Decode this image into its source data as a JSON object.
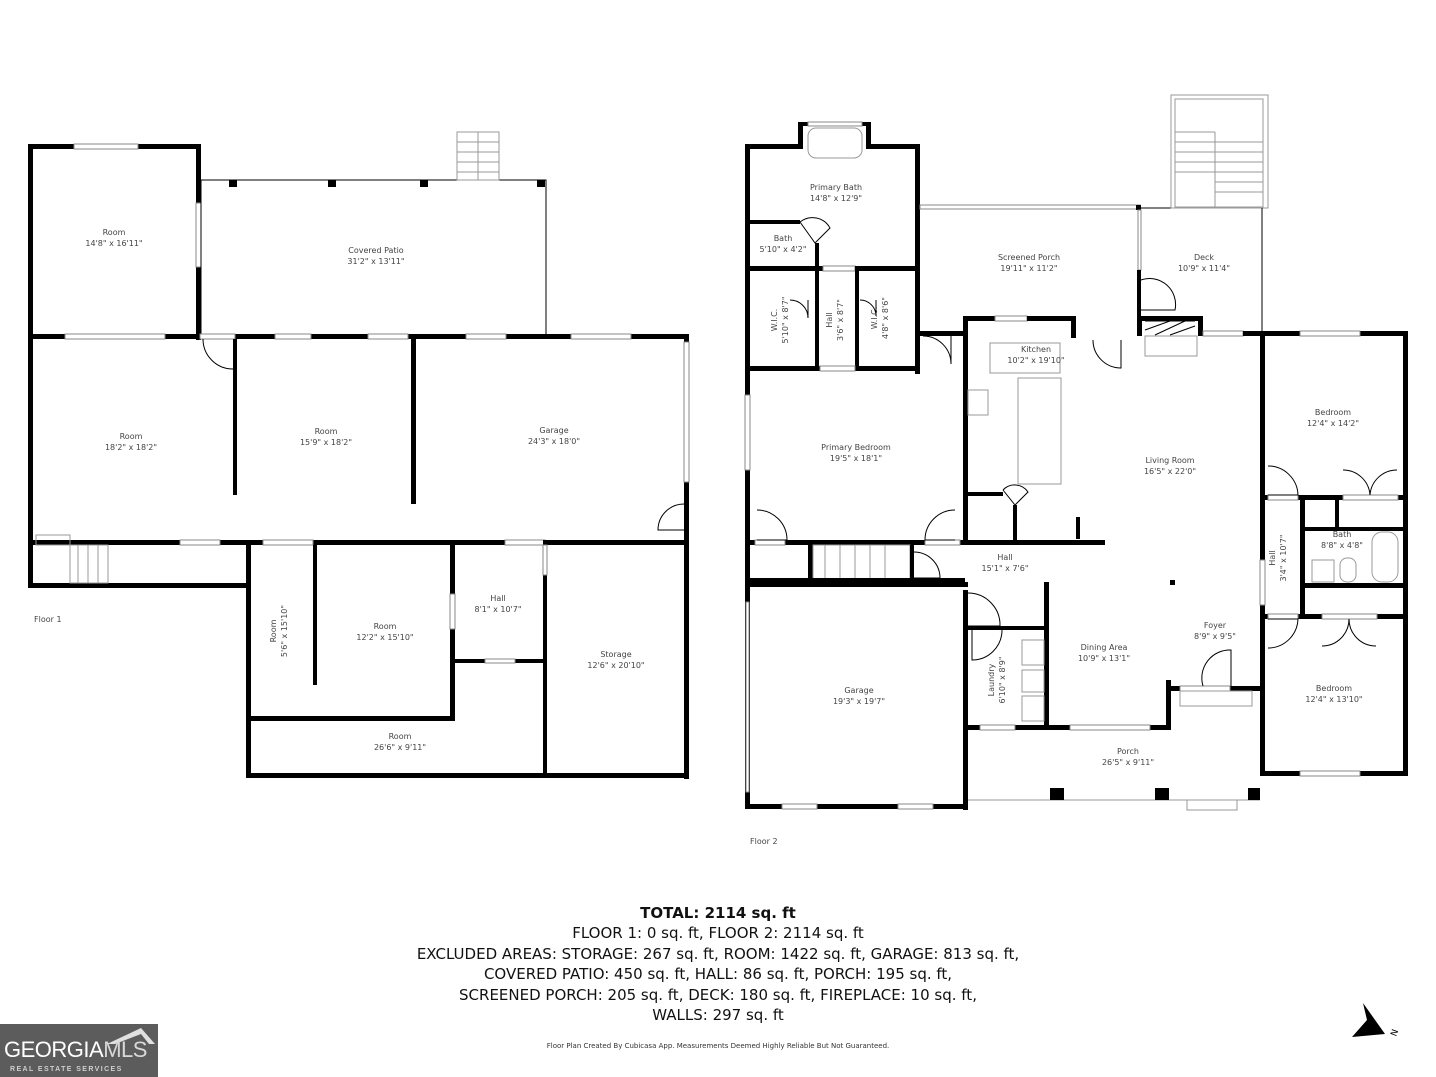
{
  "floor1": {
    "label": "Floor 1",
    "rooms": [
      {
        "name": "Room",
        "size": "14'8\" x 16'11\""
      },
      {
        "name": "Covered Patio",
        "size": "31'2\" x 13'11\""
      },
      {
        "name": "Room",
        "size": "18'2\" x 18'2\""
      },
      {
        "name": "Room",
        "size": "15'9\" x 18'2\""
      },
      {
        "name": "Garage",
        "size": "24'3\" x 18'0\""
      },
      {
        "name": "Room",
        "size": "5'6\" x 15'10\""
      },
      {
        "name": "Room",
        "size": "12'2\" x 15'10\""
      },
      {
        "name": "Hall",
        "size": "8'1\" x 10'7\""
      },
      {
        "name": "Storage",
        "size": "12'6\" x 20'10\""
      },
      {
        "name": "Room",
        "size": "26'6\" x 9'11\""
      }
    ]
  },
  "floor2": {
    "label": "Floor 2",
    "rooms": [
      {
        "name": "Primary Bath",
        "size": "14'8\" x 12'9\""
      },
      {
        "name": "Bath",
        "size": "5'10\" x 4'2\""
      },
      {
        "name": "W.I.C.",
        "size": "5'10\" x 8'7\""
      },
      {
        "name": "Hall",
        "size": "3'6\" x 8'7\""
      },
      {
        "name": "W.I.C.",
        "size": "4'8\" x 8'6\""
      },
      {
        "name": "Screened Porch",
        "size": "19'11\" x 11'2\""
      },
      {
        "name": "Deck",
        "size": "10'9\" x 11'4\""
      },
      {
        "name": "Kitchen",
        "size": "10'2\" x 19'10\""
      },
      {
        "name": "Primary Bedroom",
        "size": "19'5\" x 18'1\""
      },
      {
        "name": "Living Room",
        "size": "16'5\" x 22'0\""
      },
      {
        "name": "Bedroom",
        "size": "12'4\" x 14'2\""
      },
      {
        "name": "Bath",
        "size": "8'8\" x 4'8\""
      },
      {
        "name": "Hall",
        "size": "3'4\" x 10'7\""
      },
      {
        "name": "Hall",
        "size": "15'1\" x 7'6\""
      },
      {
        "name": "Foyer",
        "size": "8'9\" x 9'5\""
      },
      {
        "name": "Dining Area",
        "size": "10'9\" x 13'1\""
      },
      {
        "name": "Laundry",
        "size": "6'10\" x 8'9\""
      },
      {
        "name": "Garage",
        "size": "19'3\" x 19'7\""
      },
      {
        "name": "Bedroom",
        "size": "12'4\" x 13'10\""
      },
      {
        "name": "Porch",
        "size": "26'5\" x 9'11\""
      }
    ]
  },
  "summary": {
    "total": "TOTAL: 2114 sq. ft",
    "lines": [
      "FLOOR 1: 0 sq. ft, FLOOR 2: 2114 sq. ft",
      "EXCLUDED AREAS: STORAGE: 267 sq. ft, ROOM: 1422 sq. ft, GARAGE: 813 sq. ft,",
      "COVERED PATIO: 450 sq. ft, HALL: 86 sq. ft, PORCH: 195 sq. ft,",
      "SCREENED PORCH: 205 sq. ft, DECK: 180 sq. ft, FIREPLACE: 10 sq. ft,",
      "WALLS: 297 sq. ft"
    ]
  },
  "disclaimer": "Floor Plan Created By Cubicasa App. Measurements Deemed Highly Reliable But Not Guaranteed.",
  "logo": {
    "brand_a": "GEORGIA",
    "brand_b": "MLS",
    "tagline": "REAL ESTATE SERVICES"
  },
  "compass": {
    "label": "N"
  }
}
